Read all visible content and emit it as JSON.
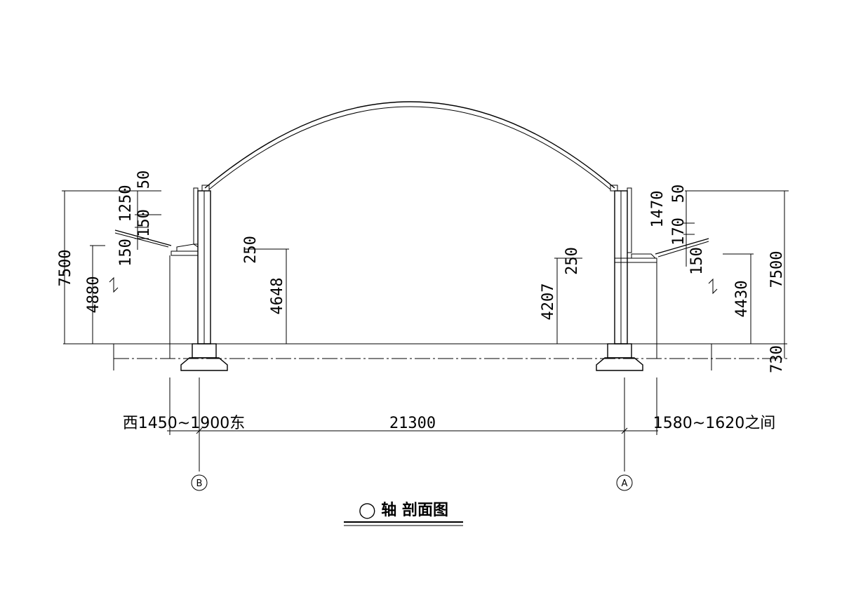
{
  "title": "◯ 轴 剖面图",
  "axes": {
    "left": "B",
    "right": "A"
  },
  "span": "21300",
  "left_side": {
    "width_note": "西1450~1900东",
    "total_height": "7500",
    "eave_height": "4880",
    "dims": [
      "1250",
      "50",
      "150",
      "150"
    ]
  },
  "center": {
    "left_height": "4648",
    "left_small": "250",
    "right_height": "4207",
    "right_small": "250"
  },
  "right_side": {
    "width_note": "1580~1620之间",
    "total_height": "7500",
    "eave_height": "4430",
    "dims": [
      "1470",
      "50",
      "170",
      "150"
    ],
    "base": "730"
  }
}
